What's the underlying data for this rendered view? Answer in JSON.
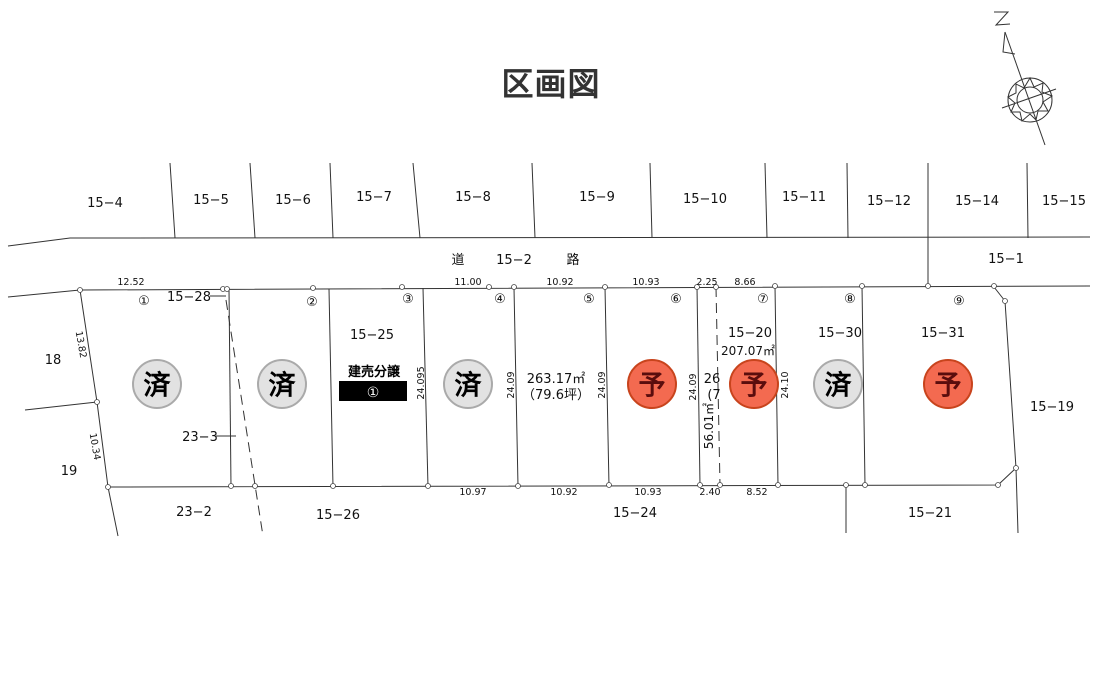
{
  "title": "区画図",
  "compass": {
    "label": "N",
    "icon": "north-arrow-compass"
  },
  "road": {
    "label_left": "道",
    "label_mid": "15−2",
    "label_right": "路"
  },
  "north_parcels": [
    "15−4",
    "15−5",
    "15−6",
    "15−7",
    "15−8",
    "15−9",
    "15−10",
    "15−11",
    "15−12",
    "15−14",
    "15−15"
  ],
  "east_parcels": [
    "15−1",
    "15−19"
  ],
  "west_parcels": [
    "18",
    "19"
  ],
  "south_parcels": [
    "23−2",
    "15−26",
    "15−24",
    "15−21"
  ],
  "inner_labels": {
    "p1528": "15−28",
    "p233": "23−3",
    "p1525": "15−25",
    "p1520": "15−20",
    "p1530": "15−30",
    "p1531": "15−31"
  },
  "lots": [
    {
      "no": "①",
      "status": "済"
    },
    {
      "no": "②",
      "status": "済"
    },
    {
      "no": "③",
      "status": "建売分譲"
    },
    {
      "no": "④",
      "status": "済"
    },
    {
      "no": "⑤",
      "status": ""
    },
    {
      "no": "⑥",
      "status": "予"
    },
    {
      "no": "⑦",
      "status": "予"
    },
    {
      "no": "⑧",
      "status": "済"
    },
    {
      "no": "⑨",
      "status": "予"
    }
  ],
  "status_colors": {
    "sold": "#e2e2e2",
    "reserved": "#f36a50",
    "reserved_border": "#c8441d",
    "reserved_text": "#5a0d0d"
  },
  "badge": {
    "line1": "建売分譲",
    "line2": "①"
  },
  "areas": {
    "lot5_m2": "263.17㎡",
    "lot5_tsubo": "（79.6坪）",
    "lot7_m2": "207.07㎡",
    "lot6_partial": "26",
    "lot6_partial2": "(7",
    "strip": "56.01㎡"
  },
  "dims_top": [
    "12.52",
    "11.00",
    "10.92",
    "10.93",
    "2.25",
    "8.66"
  ],
  "dims_bottom": [
    "10.97",
    "10.92",
    "10.93",
    "2.40",
    "8.52"
  ],
  "dims_side": [
    "13.82",
    "10.34",
    "24.095",
    "24.09",
    "24.09",
    "24.09",
    "24.10"
  ]
}
